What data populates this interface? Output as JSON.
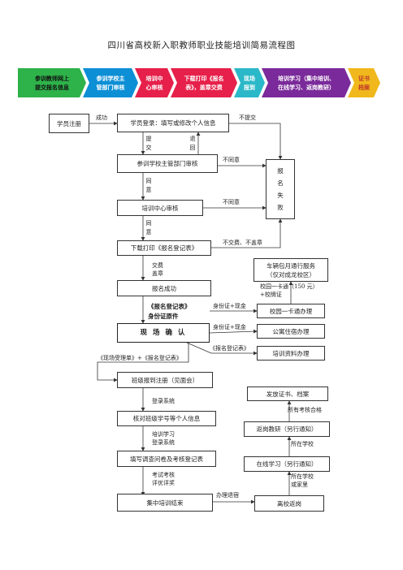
{
  "title": "四川省高校新入职教师职业技能培训简易流程图",
  "stages": [
    {
      "label": "参训教师网上\n提交报名信息",
      "bg": "#2eb24a",
      "fg": "#111111"
    },
    {
      "label": "参训学校主\n管部门审核",
      "bg": "#0d8fd6",
      "fg": "#ffffff"
    },
    {
      "label": "培训中\n心审核",
      "bg": "#e6204a",
      "fg": "#ffffff"
    },
    {
      "label": "下载打印《报名\n表》，盖章交费",
      "bg": "#e6204a",
      "fg": "#ffffff"
    },
    {
      "label": "现场\n报到",
      "bg": "#2bb8c8",
      "fg": "#ffffff"
    },
    {
      "label": "培训学习（集中培训、\n在线学习、返岗教研）",
      "bg": "#7a2a9a",
      "fg": "#ffffff"
    },
    {
      "label": "证书\n档案",
      "bg": "#f0b81c",
      "fg": "#c0392b"
    }
  ],
  "boxes": {
    "register": "学员注册",
    "login": "学员登录：填写或修改个人信息",
    "school_review": "参训学校主管部门审核",
    "center_review": "培训中心审核",
    "download": "下载打印《报名登记表》",
    "fail": "报\n名\n失\n败",
    "success": "报名成功",
    "onsite": "现 场 确 认",
    "bus": "车辆包月通行服务\n（仅对成龙校区）",
    "card": "校园一卡通办理",
    "dorm": "公寓住宿办理",
    "materials": "培训资料办理",
    "class_report": "班级报到注册（见面会）",
    "verify": "核对班级学号等个人信息",
    "survey": "填写调查问卷及考核登记表",
    "end_training": "集中培训结束",
    "leave": "离校返岗",
    "online": "在线学习（另行通知）",
    "return_research": "返岗教研（另行通知）",
    "certificate": "发放证书、档案"
  },
  "labels": {
    "success_arrow": "成功",
    "no_submit": "不提交",
    "submit": "提\n交",
    "return": "退\n回",
    "disagree1": "不同意",
    "agree1": "同\n意",
    "disagree2": "不同意",
    "agree2": "同\n意",
    "no_fee": "不交费、不盖章",
    "fee_stamp": "交费\n盖章",
    "onsite_docs": "《报名登记表》\n身份证原件",
    "campus_card_note": "校园一卡通（150 元）\n+校牌证",
    "id_cash1": "身份证+现金",
    "id_cash2": "身份证+现金",
    "reg_form": "《报名登记表》",
    "accept_form": "《现场受理单》+《报名登记表》",
    "login_system1": "登录系统",
    "training_login": "培训学习\n登录系统",
    "exam_eval": "考试考核\n评优评奖",
    "leave_proc": "办理退宿",
    "at_school_or_home": "所在学校\n或家里",
    "at_school": "所在学校",
    "all_pass": "所有考核合格"
  }
}
